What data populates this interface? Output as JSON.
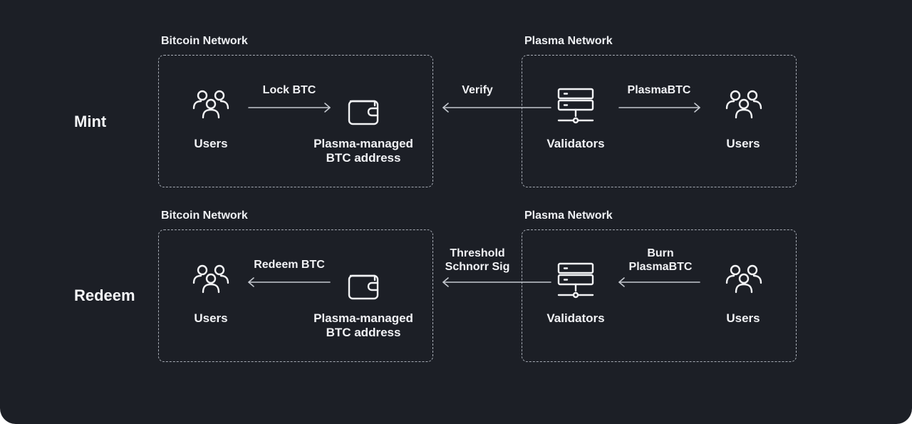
{
  "icons": {
    "users": "users-icon",
    "wallet": "wallet-icon",
    "server": "server-icon",
    "arrow": "arrow-icon"
  },
  "colors": {
    "background": "#1c1f26",
    "text": "#f2f3f5",
    "line": "#c4c8cf"
  },
  "rows": {
    "mint": {
      "label": "Mint",
      "left_network": "Bitcoin Network",
      "right_network": "Plasma Network",
      "users_left": "Users",
      "address_line1": "Plasma-managed",
      "address_line2": "BTC address",
      "validators": "Validators",
      "users_right": "Users",
      "edge_lock": "Lock BTC",
      "edge_verify": "Verify",
      "edge_plasmabtc": "PlasmaBTC"
    },
    "redeem": {
      "label": "Redeem",
      "left_network": "Bitcoin Network",
      "right_network": "Plasma Network",
      "users_left": "Users",
      "address_line1": "Plasma-managed",
      "address_line2": "BTC address",
      "validators": "Validators",
      "users_right": "Users",
      "edge_redeem": "Redeem BTC",
      "edge_sig_line1": "Threshold",
      "edge_sig_line2": "Schnorr Sig",
      "edge_burn_line1": "Burn",
      "edge_burn_line2": "PlasmaBTC"
    }
  }
}
